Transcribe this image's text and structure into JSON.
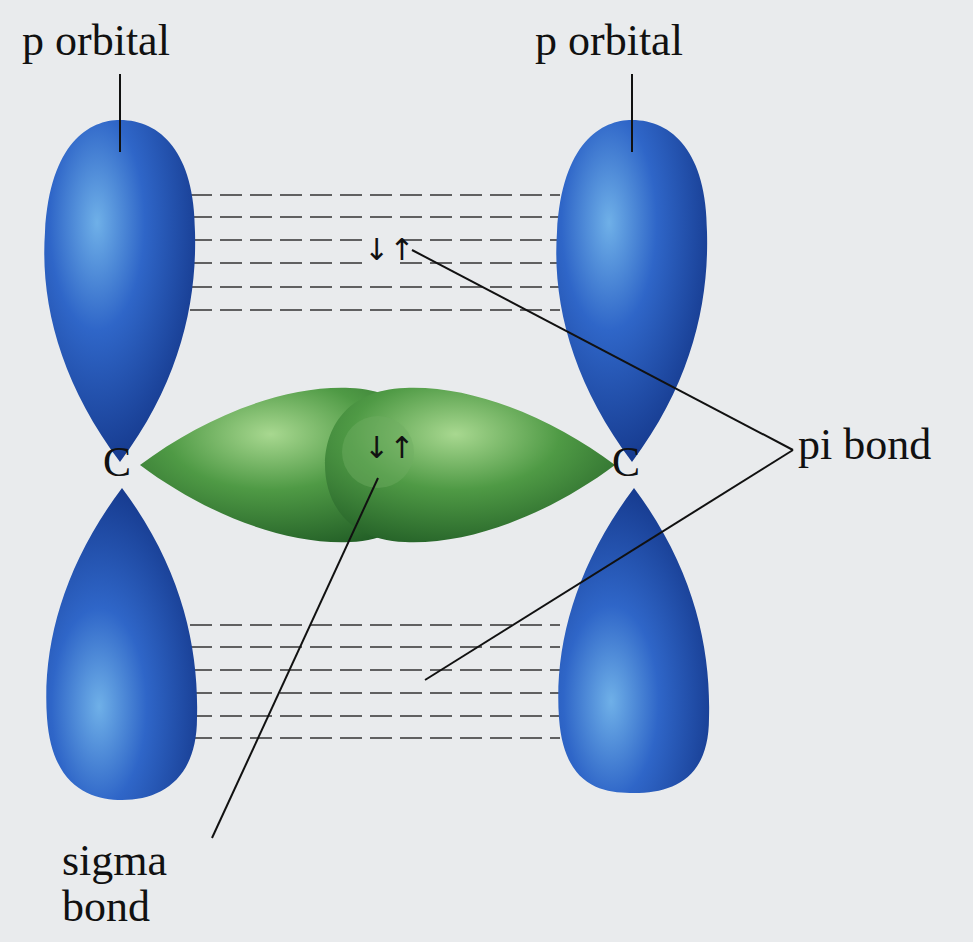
{
  "diagram": {
    "labels": [
      "p orbital",
      "p orbital",
      "C",
      "C",
      "↓↑",
      "pi bond",
      "↓↑",
      "sigma bond"
    ]
  }
}
